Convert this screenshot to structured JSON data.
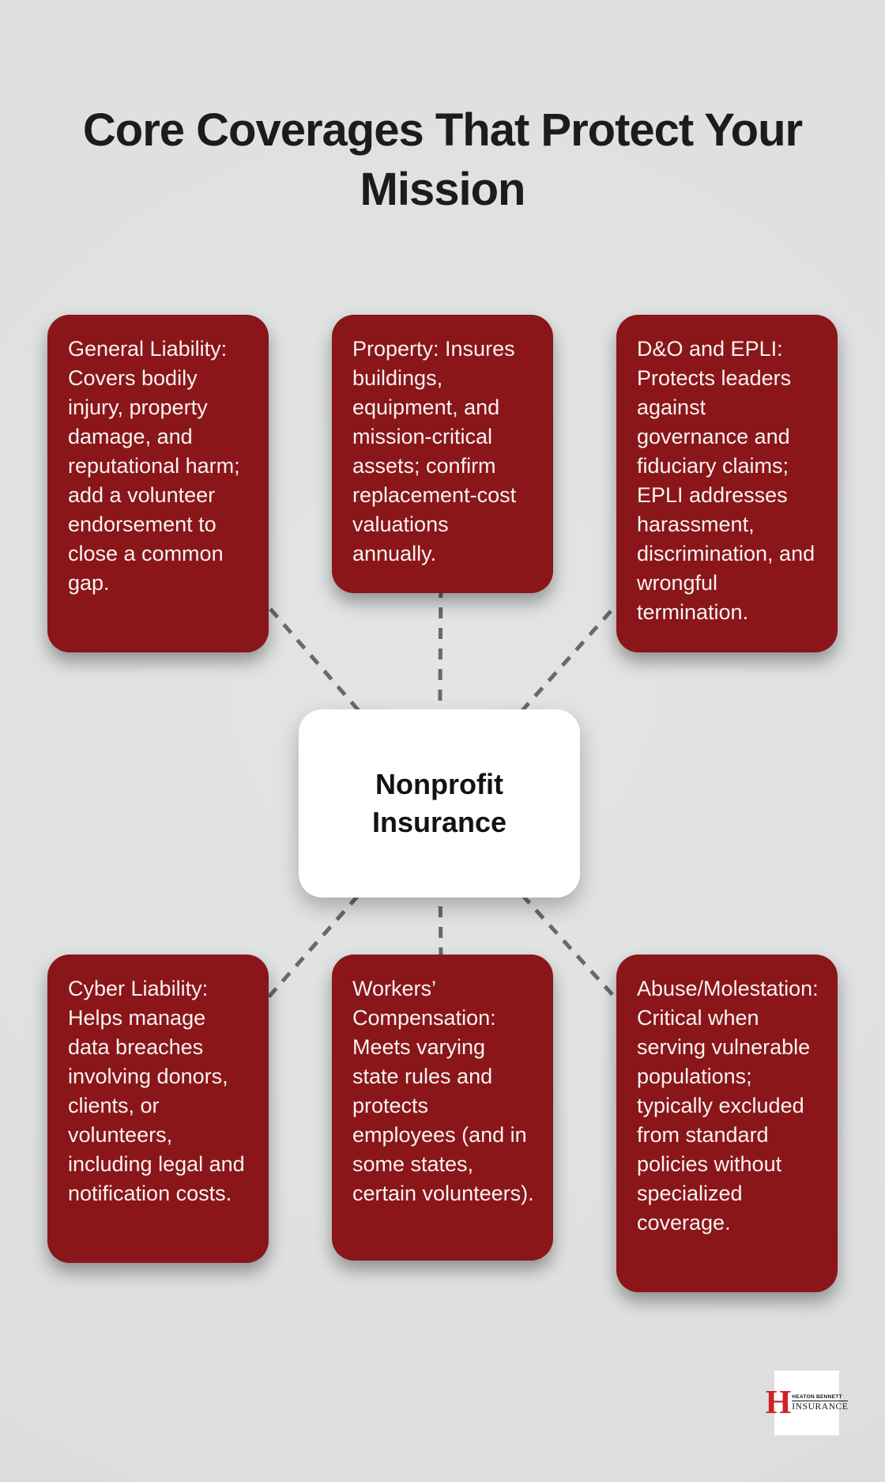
{
  "title": {
    "text": "Core Coverages That Protect Your Mission"
  },
  "center_node": {
    "label": "Nonprofit Insurance"
  },
  "colors": {
    "background": "#e0e1e1",
    "box_background": "#8a1619",
    "box_text": "#f7f3f2",
    "center_node_background": "#ffffff",
    "title_text": "#1c1c1c",
    "connector": "#696969",
    "logo_monogram": "#cf2127"
  },
  "boxes": [
    {
      "id": "general-liability",
      "text": "General Liability: Covers bodily injury, property damage, and reputational harm; add a volunteer endorsement to close a common gap."
    },
    {
      "id": "property",
      "text": "Property: Insures buildings, equipment, and mission-critical assets; confirm replacement-cost valuations annually."
    },
    {
      "id": "do-and-epli",
      "text": "D&O and EPLI: Protects leaders against governance and fiduciary claims; EPLI addresses harassment, discrimination, and wrongful termination."
    },
    {
      "id": "cyber-liability",
      "text": "Cyber Liability: Helps manage data breaches involving donors, clients, or volunteers, including legal and notification costs."
    },
    {
      "id": "workers-compensation",
      "text": "Workers’ Compensation: Meets varying state rules and protects employees (and in some states, certain volunteers)."
    },
    {
      "id": "abuse-molestation",
      "text": "Abuse/Molestation: Critical when serving vulnerable populations; typically excluded from standard policies without specialized coverage."
    }
  ],
  "logo": {
    "monogram": "H",
    "line1": "HEATON BENNETT",
    "line2": "INSURANCE"
  }
}
